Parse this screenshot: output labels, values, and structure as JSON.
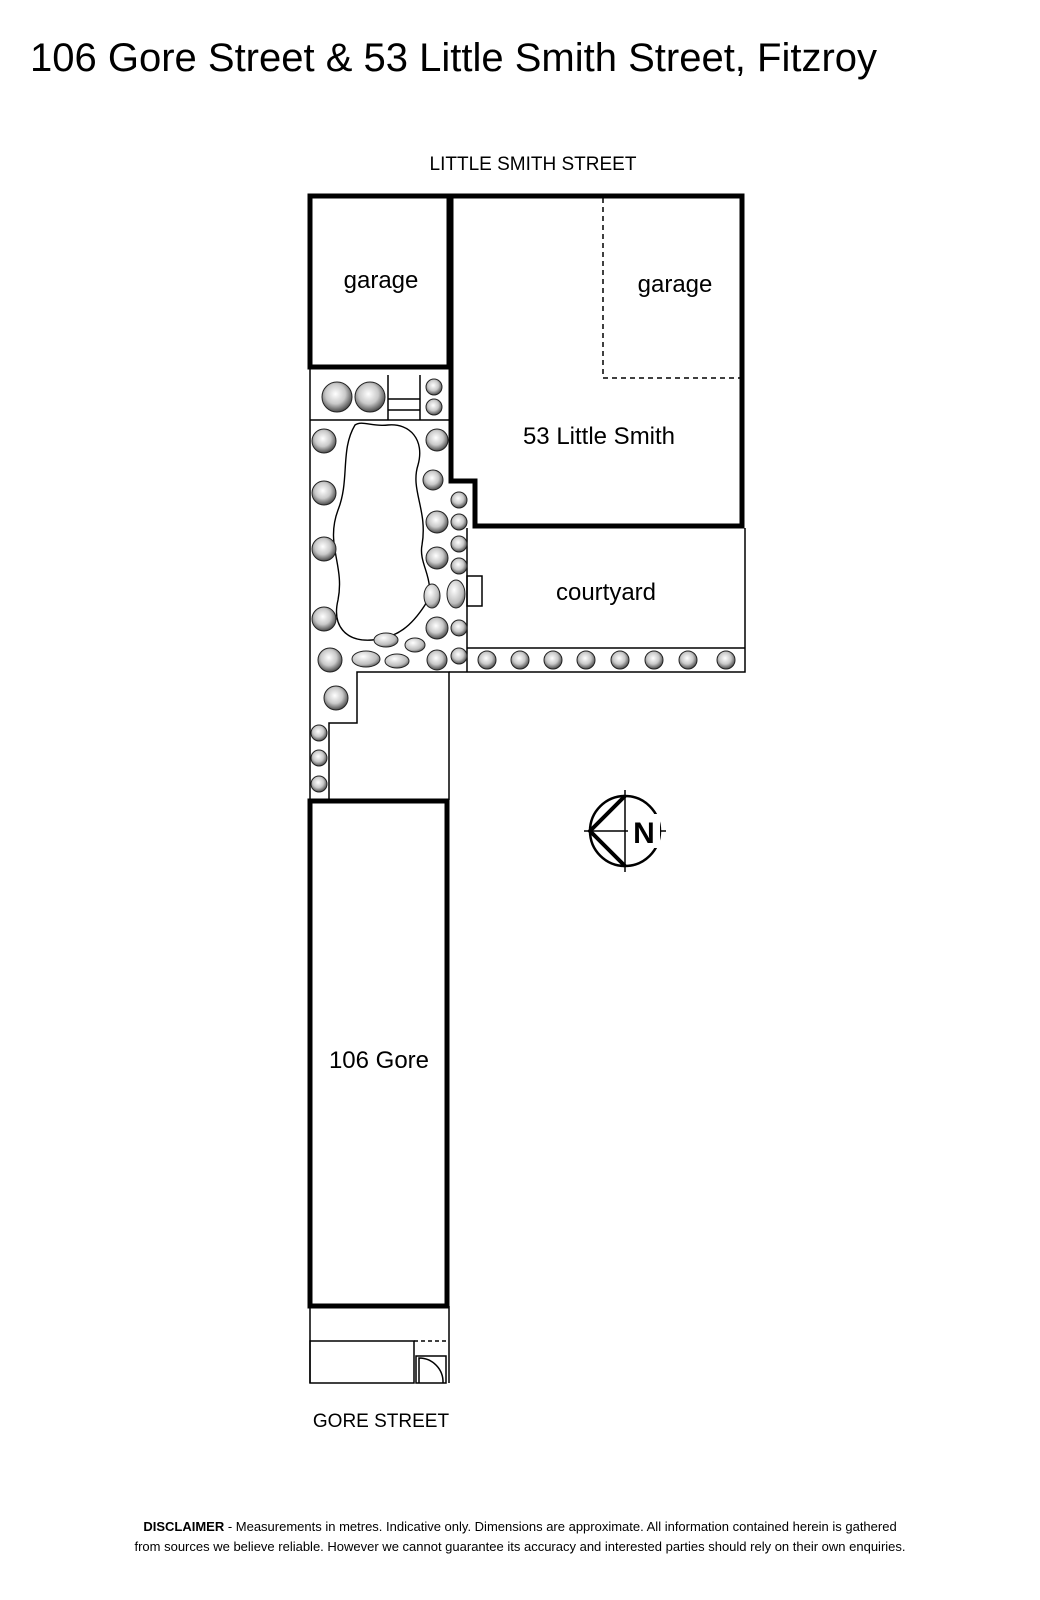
{
  "title": "106 Gore Street & 53 Little Smith Street, Fitzroy",
  "streets": {
    "north": "LITTLE SMITH STREET",
    "south": "GORE STREET"
  },
  "rooms": {
    "garage_left": "garage",
    "garage_right": "garage",
    "little_smith": "53 Little Smith",
    "courtyard": "courtyard",
    "gore": "106 Gore"
  },
  "compass": {
    "letter": "N"
  },
  "disclaimer": {
    "label": "DISCLAIMER",
    "line1_rest": " - Measurements in metres. Indicative only. Dimensions are approximate. All information contained herein is gathered",
    "line2": "from sources we believe reliable. However we cannot guarantee its accuracy and interested parties should rely on their own enquiries."
  }
}
